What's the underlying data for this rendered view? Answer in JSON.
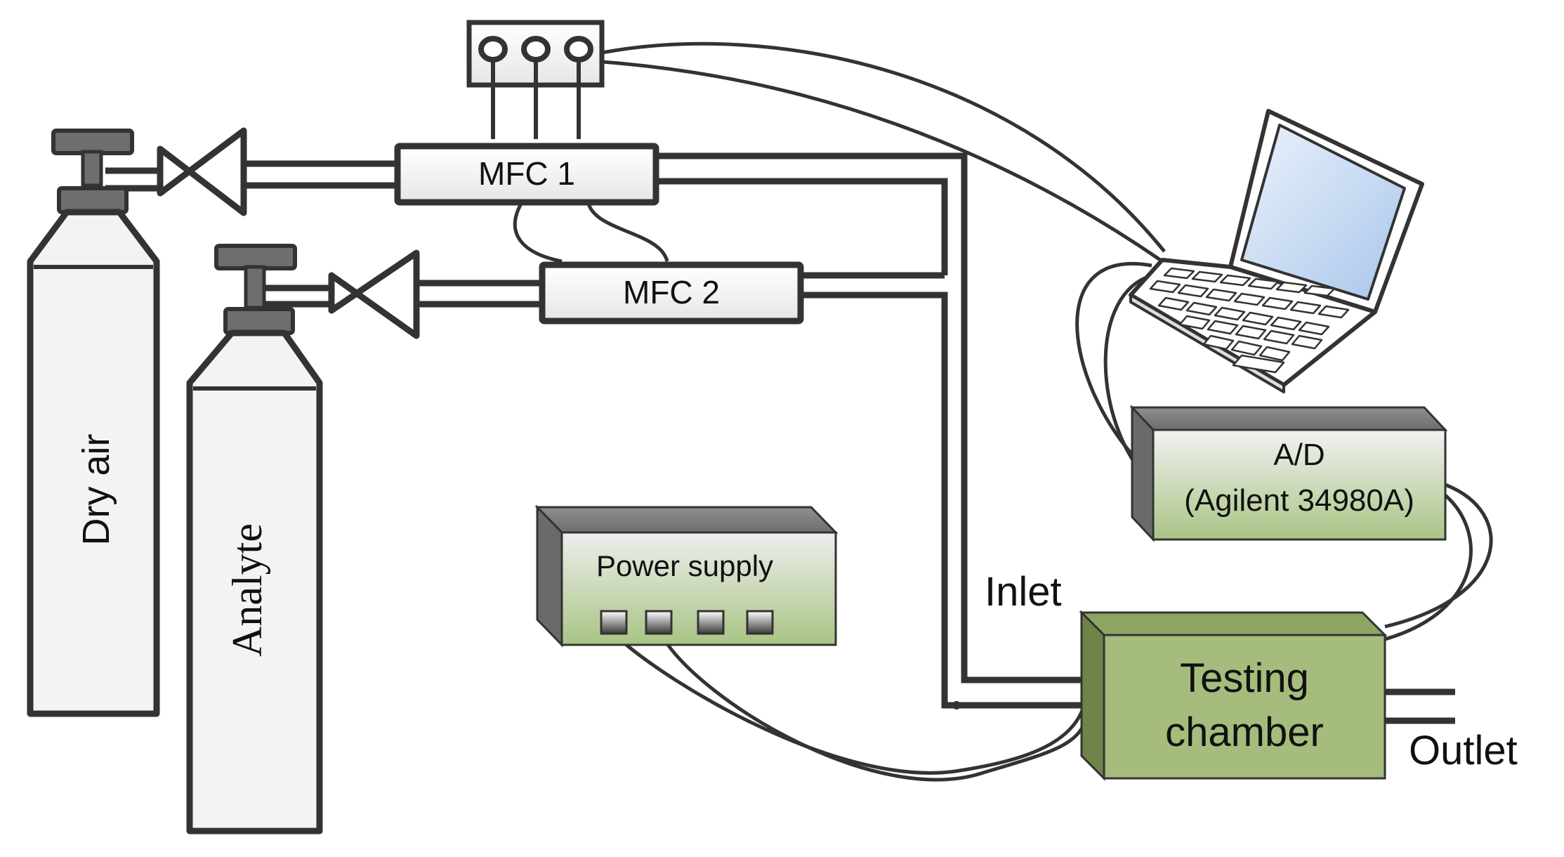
{
  "labels": {
    "mfc1": "MFC 1",
    "mfc2": "MFC 2",
    "cylinder1": "Dry air",
    "cylinder2": "Analyte",
    "power_supply": "Power supply",
    "ad_line1": "A/D",
    "ad_line2": "(Agilent 34980A)",
    "chamber_line1": "Testing",
    "chamber_line2": "chamber",
    "inlet": "Inlet",
    "outlet": "Outlet"
  },
  "icons": [
    "gas-cylinder-icon",
    "valve-icon",
    "laptop-icon",
    "controller-box-icon"
  ],
  "colors": {
    "outline": "#333333",
    "cylinder_fill": "#f2f3f2",
    "box_fill": "#f4f4f4",
    "instrument_green": "#b8cf98",
    "chamber_green": "#a6bc7c",
    "chamber_dark": "#6f8448",
    "laptop_screen": "#cfe0f4"
  }
}
